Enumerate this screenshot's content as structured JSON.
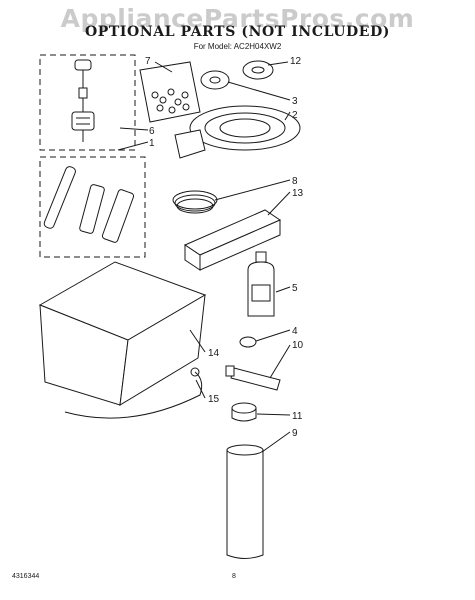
{
  "watermark": "AppliancePartsPros.com",
  "title": "OPTIONAL PARTS (NOT INCLUDED)",
  "subtitle": "For Model: AC2H04XW2",
  "footer": {
    "doc_number": "4316344",
    "page_number": "8"
  },
  "callouts": {
    "c1": "1",
    "c2": "2",
    "c3": "3",
    "c4": "4",
    "c5": "5",
    "c6": "6",
    "c7": "7",
    "c8": "8",
    "c9": "9",
    "c10": "10",
    "c11": "11",
    "c12": "12",
    "c13": "13",
    "c14": "14",
    "c15": "15"
  }
}
